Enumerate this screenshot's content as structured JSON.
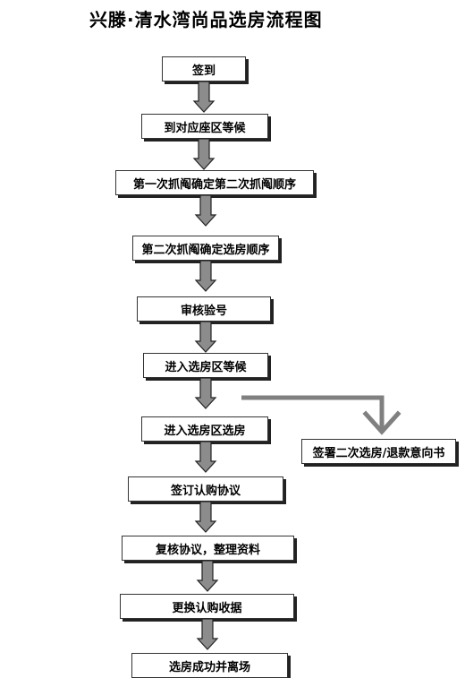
{
  "title": "兴滕·清水湾尚品选房流程图",
  "steps": [
    "签到",
    "到对应座区等候",
    "第一次抓阄确定第二次抓阄顺序",
    "第二次抓阄确定选房顺序",
    "审核验号",
    "进入选房区等候",
    "进入选房区选房",
    "签订认购协议",
    "复核协议，整理资料",
    "更换认购收据",
    "选房成功并离场"
  ],
  "branch": "签署二次选房/退款意向书",
  "colors": {
    "arrow": "#8c8c8c",
    "arrow_stroke": "#222222",
    "branch_line": "#808080"
  }
}
